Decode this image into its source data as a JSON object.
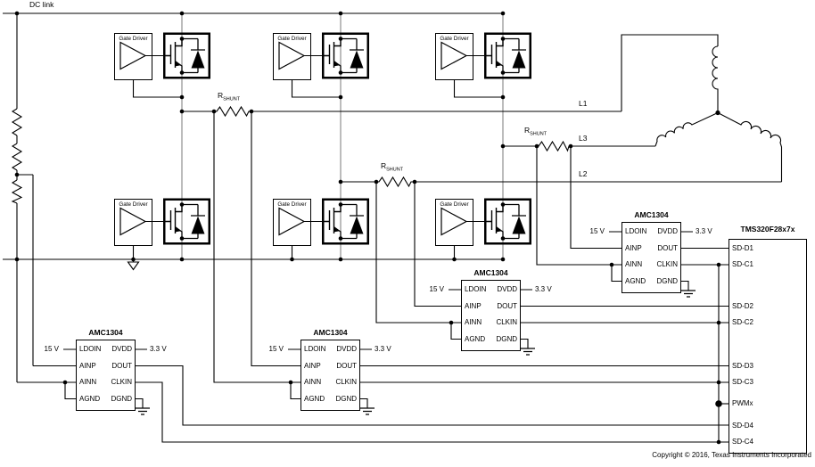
{
  "diagram": {
    "dc_link_label": "DC link",
    "phase_labels": {
      "l1": "L1",
      "l2": "L2",
      "l3": "L3"
    },
    "shunt_label": {
      "base": "R",
      "sub": "SHUNT"
    },
    "gate_driver_label": "Gate Driver",
    "amc1304": {
      "title": "AMC1304",
      "pins_left": [
        "LDOIN",
        "AINP",
        "AINN",
        "AGND"
      ],
      "pins_right": [
        "DVDD",
        "DOUT",
        "CLKIN",
        "DGND"
      ],
      "supply_label": "15 V",
      "digital_supply_label": "3.3 V"
    },
    "dsp": {
      "title": "TMS320F28x7x",
      "pins": [
        "SD-D1",
        "SD-C1",
        "SD-D2",
        "SD-C2",
        "SD-D3",
        "SD-C3",
        "PWMx",
        "SD-D4",
        "SD-C4"
      ]
    },
    "copyright": "Copyright © 2016, Texas Instruments Incorporated",
    "colors": {
      "wire": "#000000",
      "leg_wire": "#8f8f8f",
      "background": "#ffffff"
    }
  }
}
